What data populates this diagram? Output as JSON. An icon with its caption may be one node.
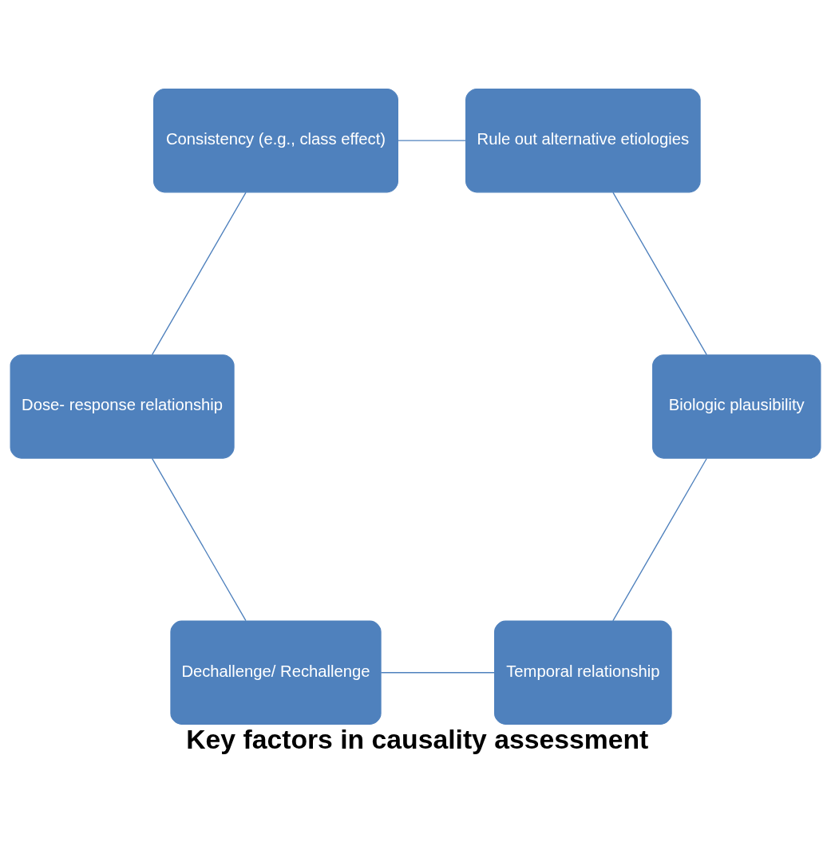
{
  "diagram": {
    "title": "Key factors in causality assessment",
    "nodes": [
      {
        "text": [
          "Temporal relationship"
        ]
      },
      {
        "text": [
          "Biologic plausibility"
        ]
      },
      {
        "text": [
          "Dechallenge/ Rechallenge"
        ]
      },
      {
        "text": [
          "Rule out alternative etiologies"
        ]
      },
      {
        "text": [
          "Dose- response relationship"
        ]
      },
      {
        "text": [
          "Consistency (e.g., class effect)"
        ]
      }
    ],
    "edges": [
      {
        "from": 0,
        "to": 2,
        "arrow": "none"
      },
      {
        "from": 2,
        "to": 4,
        "arrow": "none"
      },
      {
        "from": 4,
        "to": 5,
        "arrow": "none"
      },
      {
        "from": 5,
        "to": 3,
        "arrow": "none"
      },
      {
        "from": 3,
        "to": 1,
        "arrow": "none"
      },
      {
        "from": 1,
        "to": 0,
        "arrow": "none"
      }
    ]
  }
}
